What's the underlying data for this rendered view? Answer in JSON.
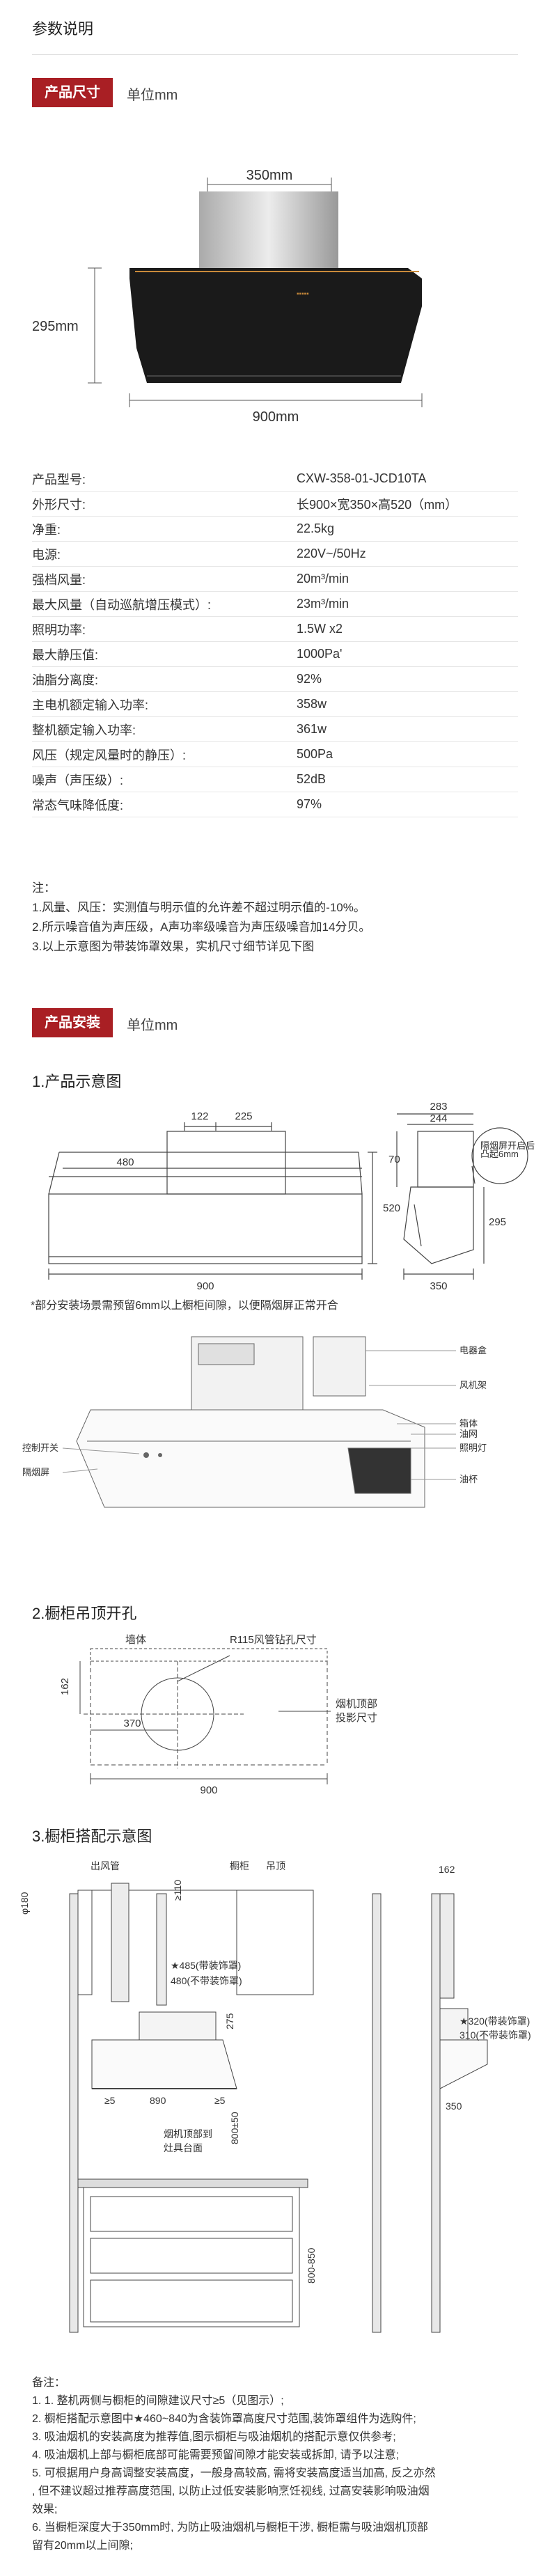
{
  "header": {
    "title": "参数说明"
  },
  "size_section": {
    "tag": "产品尺寸",
    "unit": "单位mm",
    "dims": {
      "depth": "350mm",
      "height": "295mm",
      "width": "900mm"
    }
  },
  "specs": [
    {
      "k": "产品型号:",
      "v": "CXW-358-01-JCD10TA"
    },
    {
      "k": "外形尺寸:",
      "v": "长900×宽350×高520（mm）"
    },
    {
      "k": "净重:",
      "v": "22.5kg"
    },
    {
      "k": "电源:",
      "v": "220V~/50Hz"
    },
    {
      "k": "强档风量:",
      "v": "20m³/min"
    },
    {
      "k": "最大风量（自动巡航增压模式）:",
      "v": "23m³/min"
    },
    {
      "k": "照明功率:",
      "v": "1.5W x2"
    },
    {
      "k": "最大静压值:",
      "v": "1000Pa'"
    },
    {
      "k": "油脂分离度:",
      "v": "92%"
    },
    {
      "k": "主电机额定输入功率:",
      "v": "358w"
    },
    {
      "k": "整机额定输入功率:",
      "v": "361w"
    },
    {
      "k": "风压（规定风量时的静压）:",
      "v": "500Pa"
    },
    {
      "k": "噪声（声压级）:",
      "v": "52dB"
    },
    {
      "k": "常态气味降低度:",
      "v": "97%"
    }
  ],
  "notes": [
    "注：",
    "1.风量、风压：实测值与明示值的允许差不超过明示值的-10%。",
    "2.所示噪音值为声压级，A声功率级噪音为声压级噪音加14分贝。",
    "3.以上示意图为带装饰罩效果，实机尺寸细节详见下图"
  ],
  "install_section": {
    "tag": "产品安装",
    "unit": "单位mm",
    "s1_title": "1.产品示意图",
    "s1_dims": {
      "a": "122",
      "b": "225",
      "c": "480",
      "d": "520",
      "e": "900",
      "f": "283",
      "g": "244",
      "h": "70",
      "i": "295",
      "j": "350"
    },
    "s1_callout": "隔烟屏开启后\n凸起6mm",
    "s1_note": "*部分安装场景需预留6mm以上橱柜间隙，以便隔烟屏正常开合",
    "parts_left": [
      "控制开关",
      "隔烟屏"
    ],
    "parts_right": [
      "电器盒",
      "风机架",
      "箱体",
      "油网",
      "照明灯",
      "油杯"
    ],
    "s2_title": "2.橱柜吊顶开孔",
    "s2_labels": {
      "wall": "墙体",
      "hole": "R115风管钻孔尺寸",
      "proj": "烟机顶部\n投影尺寸",
      "d1": "162",
      "d2": "370",
      "d3": "900"
    },
    "s3_title": "3.橱柜搭配示意图",
    "s3_labels": {
      "duct": "出风管",
      "cabinet": "橱柜",
      "ceiling": "吊顶",
      "phi": "φ180",
      "h110": "≥110",
      "deco": "★485(带装饰罩)",
      "nodeco": "480(不带装饰罩)",
      "h275": "275",
      "w890": "890",
      "ge5a": "≥5",
      "ge5b": "≥5",
      "h800": "800±50",
      "top": "烟机顶部到\n灶具台面",
      "h850": "800-850",
      "r162": "162",
      "r320": "★320(带装饰罩)",
      "r310": "310(不带装饰罩)",
      "r350": "350"
    }
  },
  "remarks": [
    "备注：",
    "1. 1. 整机两侧与橱柜的间隙建议尺寸≥5（见图示）;",
    "2. 橱柜搭配示意图中★460~840为含装饰罩高度尺寸范围,装饰罩组件为选购件;",
    "3. 吸油烟机的安装高度为推荐值,图示橱柜与吸油烟机的搭配示意仅供参考;",
    "4. 吸油烟机上部与橱柜底部可能需要预留间隙才能安装或拆卸, 请予以注意;",
    "5. 可根据用户身高调整安装高度，一般身高较高, 需将安装高度适当加高, 反之亦然",
    ", 但不建议超过推荐高度范围, 以防止过低安装影响烹饪视线, 过高安装影响吸油烟",
    "效果;",
    "6. 当橱柜深度大于350mm时, 为防止吸油烟机与橱柜干涉, 橱柜需与吸油烟机顶部",
    "留有20mm以上间隙;"
  ],
  "colors": {
    "accent": "#a91f24",
    "hood": "#1a1a1a",
    "trim": "#c98a3a"
  }
}
